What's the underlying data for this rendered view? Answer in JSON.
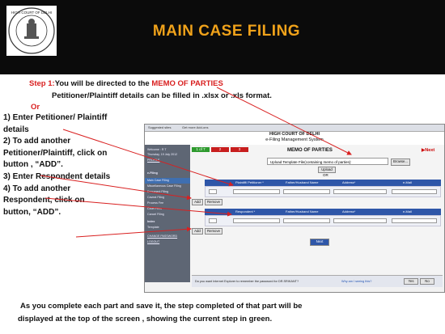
{
  "banner": {
    "title": "MAIN CASE FILING",
    "logo_text": "HIGH COURT OF DELHI"
  },
  "intro": {
    "step_label": "Step 1:",
    "step_text": "You will be directed to the ",
    "step_highlight": "MEMO OF PARTIES",
    "line2": "Petitioner/Plaintiff details can be filled  in .xlsx or .xls format.",
    "or": "Or"
  },
  "instructions": [
    "1) Enter Petitioner/ Plaintiff details",
    "2) To add another Petitioner/Plaintiff, click on button , “ADD”.",
    "3) Enter Respondent details",
    "4) To add another Respondent, click on button, “ADD”."
  ],
  "screenshot": {
    "toolbar": {
      "suggested": "Suggested sites",
      "addons": "Get more Add-ons"
    },
    "header": {
      "line1": "HIGH COURT OF DELHI",
      "line2": "e-Filing Management System"
    },
    "sidebar": {
      "welcome": "Welcome : R T",
      "date": "Thursday, 19 July 2012",
      "profile": "PROFILE",
      "efiling": "e-Filing",
      "items": [
        "Main Case Filing",
        "Miscellaneous Case Filing",
        "Document Filing",
        "Caveat Filing",
        "Process Fee",
        "Court Fees",
        "Cancel Filing"
      ],
      "index": "Index",
      "template": "Template",
      "change_password": "CHANGE PASSWORD",
      "logout": "LOGOUT"
    },
    "steps": [
      "1 of 7",
      "2",
      "3"
    ],
    "step_colors": [
      "#2e9a2e",
      "#c81e1e",
      "#c81e1e"
    ],
    "memo_title": "MEMO OF PARTIES",
    "next_label": "Next",
    "upload_label": "Upload Template File(containing memo of parties):",
    "browse_label": "Browse...",
    "upload_btn": "Upload",
    "or_label": "OR",
    "pet_header": [
      "Plaintiff/ Petitioner *",
      "Father/Husband Name",
      "Address*",
      "e-Mail"
    ],
    "res_header": [
      "Respondent *",
      "Father/Husband Name",
      "Address*",
      "e-Mail"
    ],
    "add_label": "Add",
    "remove_label": "Remove",
    "next_btn": "Next",
    "status_text": "Do you want Internet Explorer to remember the password for DR.SRIKANT?",
    "status_link": "Why am I seeing this?",
    "status_yes": "Yes",
    "status_no": "No"
  },
  "footer": {
    "line1": "As you complete each part and save it, the step completed of that part will be",
    "line2": "displayed at the top of the screen , showing the current step in green."
  }
}
